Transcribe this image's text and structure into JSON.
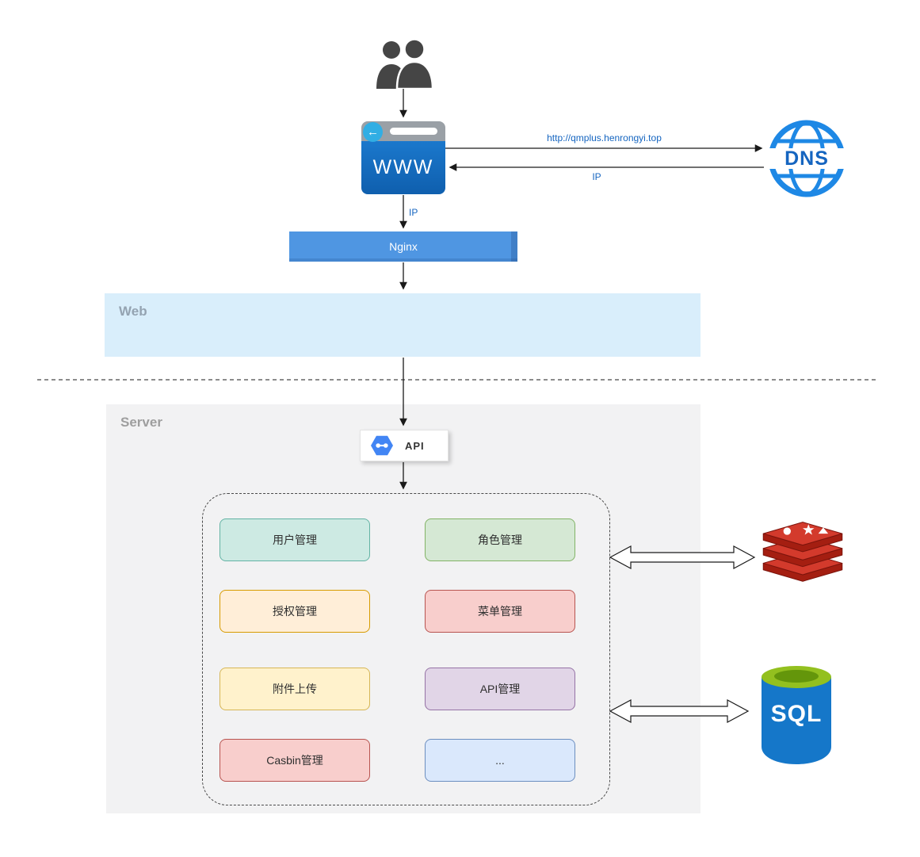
{
  "diagram": {
    "users": {
      "icon": "users-icon"
    },
    "browser": {
      "label": "WWW",
      "icon": "browser-window-icon"
    },
    "dns": {
      "label": "DNS",
      "icon": "dns-globe-icon"
    },
    "nginx": {
      "label": "Nginx"
    },
    "web_band": {
      "label": "Web"
    },
    "server_band": {
      "label": "Server"
    },
    "api": {
      "label": "API",
      "icon": "api-hexagon-icon"
    },
    "redis": {
      "icon": "redis-database-icon"
    },
    "sql": {
      "label": "SQL",
      "icon": "sql-database-icon"
    }
  },
  "icons": {
    "back_glyph": "←",
    "back": "back-arrow-icon"
  },
  "edges": {
    "dns_request_label": "http://qmplus.henrongyi.top",
    "dns_response_label": "IP",
    "browser_to_nginx_label": "IP"
  },
  "colors": {
    "edge_label": "#1565c0",
    "nginx_fill": "#4f96e2",
    "web_band_fill": "#d9eefb",
    "server_band_fill": "#f2f2f3",
    "browser_blue": "#1268b8",
    "dns_blue": "#1e88e5",
    "redis_red": "#d33a2c",
    "sql_blue": "#1577c9",
    "sql_top_green": "#93c01f"
  },
  "modules": [
    {
      "label": "用户管理",
      "fill": "#cdeae3",
      "border": "#63b3a4"
    },
    {
      "label": "角色管理",
      "fill": "#d5e8d4",
      "border": "#82b366"
    },
    {
      "label": "授权管理",
      "fill": "#ffeed8",
      "border": "#d79b00"
    },
    {
      "label": "菜单管理",
      "fill": "#f8cecc",
      "border": "#b85450"
    },
    {
      "label": "附件上传",
      "fill": "#fff2cc",
      "border": "#d6b656"
    },
    {
      "label": "API管理",
      "fill": "#e1d5e7",
      "border": "#9673a6"
    },
    {
      "label": "Casbin管理",
      "fill": "#f8cecc",
      "border": "#b85450"
    },
    {
      "label": "...",
      "fill": "#dae8fc",
      "border": "#6c8ebf"
    }
  ]
}
